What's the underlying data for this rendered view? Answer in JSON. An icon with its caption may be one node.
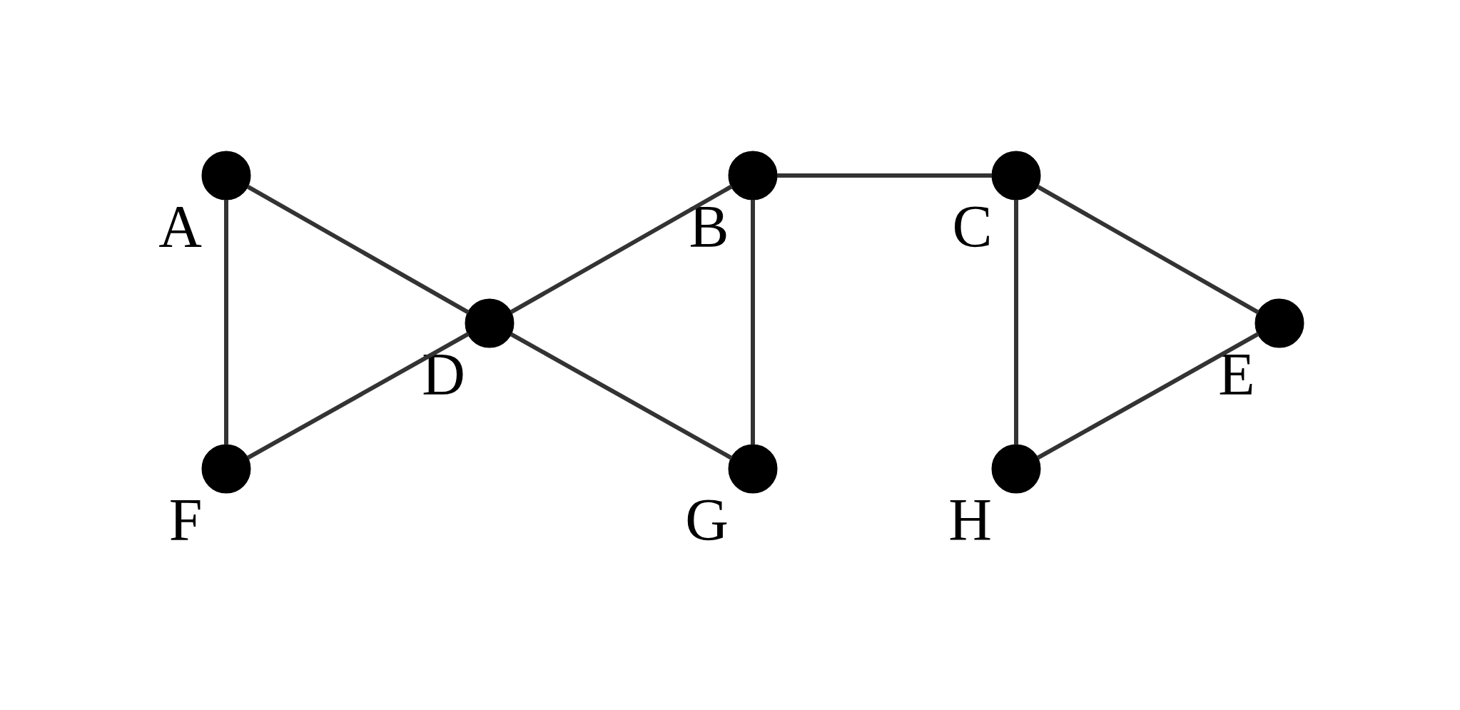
{
  "diagram": {
    "nodes": [
      {
        "text": [
          "A"
        ]
      },
      {
        "text": [
          "B"
        ]
      },
      {
        "text": [
          "C"
        ]
      },
      {
        "text": [
          "D"
        ]
      },
      {
        "text": [
          "E"
        ]
      },
      {
        "text": [
          "F"
        ]
      },
      {
        "text": [
          "G"
        ]
      },
      {
        "text": [
          "H"
        ]
      }
    ],
    "edges": [
      {
        "from": 0,
        "to": 5,
        "arrow": "none"
      },
      {
        "from": 0,
        "to": 3,
        "arrow": "none"
      },
      {
        "from": 3,
        "to": 1,
        "arrow": "none"
      },
      {
        "from": 3,
        "to": 5,
        "arrow": "none"
      },
      {
        "from": 3,
        "to": 6,
        "arrow": "none"
      },
      {
        "from": 1,
        "to": 6,
        "arrow": "none"
      },
      {
        "from": 1,
        "to": 2,
        "arrow": "none"
      },
      {
        "from": 2,
        "to": 7,
        "arrow": "none"
      },
      {
        "from": 2,
        "to": 4,
        "arrow": "none"
      },
      {
        "from": 4,
        "to": 7,
        "arrow": "none"
      }
    ]
  }
}
